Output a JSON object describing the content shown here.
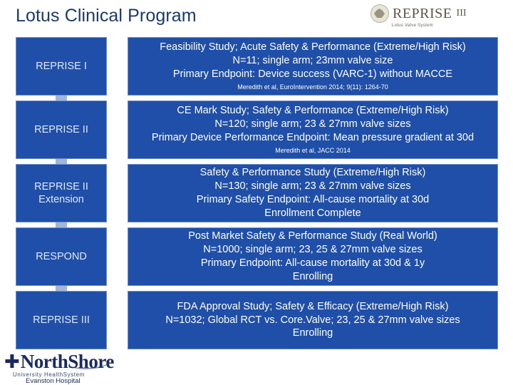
{
  "page_title": "Lotus Clinical Program",
  "brand_logo": {
    "name": "REPRISE",
    "superscript": "III",
    "tagline": "Lotus Valve System"
  },
  "footer_logo": {
    "cross": "✚",
    "name": "NorthShore",
    "sub": "University HealthSystem",
    "sub2": "Evanston Hospital"
  },
  "colors": {
    "box_fill": "#1f4fa8",
    "box_border": "#6e8fc6",
    "left_label_text": "#dfe8f7",
    "title_text": "#1a3a6b",
    "connector": "#9fb6dd"
  },
  "rows": [
    {
      "study": "REPRISE I",
      "lines": [
        "Feasibility Study;  Acute Safety & Performance (Extreme/High Risk)",
        "N=11; single arm; 23mm valve size",
        "Primary Endpoint: Device success (VARC-1) without MACCE"
      ],
      "citation": "Meredith et al, EuroIntervention 2014; 9(11): 1264-70"
    },
    {
      "study": "REPRISE II",
      "lines": [
        "CE Mark Study; Safety & Performance (Extreme/High Risk)",
        "N=120; single arm; 23 & 27mm valve sizes",
        "Primary Device Performance Endpoint: Mean pressure gradient at 30d"
      ],
      "citation": "Meredith et al, JACC 2014"
    },
    {
      "study": "REPRISE II Extension",
      "lines": [
        "Safety & Performance Study (Extreme/High Risk)",
        "N=130; single arm; 23 & 27mm valve sizes",
        "Primary Safety Endpoint: All-cause mortality at 30d",
        "Enrollment Complete"
      ],
      "citation": ""
    },
    {
      "study": "RESPOND",
      "lines": [
        "Post Market Safety & Performance Study (Real World)",
        "N=1000; single arm; 23, 25 & 27mm valve sizes",
        "Primary Endpoint: All-cause mortality at 30d & 1y",
        "Enrolling"
      ],
      "citation": ""
    },
    {
      "study": "REPRISE III",
      "lines": [
        "FDA Approval Study; Safety & Efficacy (Extreme/High Risk)",
        "N=1032; Global RCT vs. Core.Valve; 23, 25 & 27mm valve sizes",
        "Enrolling"
      ],
      "citation": ""
    }
  ]
}
